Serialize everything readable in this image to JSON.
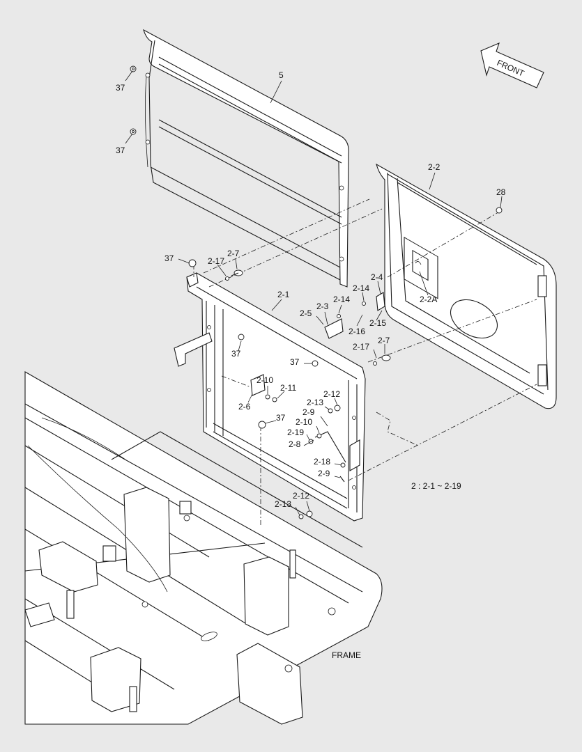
{
  "orientation": {
    "label": "FRONT"
  },
  "group_note": "2 : 2-1 ~ 2-19",
  "frame_label": "FRAME",
  "callouts": [
    {
      "id": "c-37a",
      "text": "37"
    },
    {
      "id": "c-37b",
      "text": "37"
    },
    {
      "id": "c-5",
      "text": "5"
    },
    {
      "id": "c-2-2",
      "text": "2-2"
    },
    {
      "id": "c-28",
      "text": "28"
    },
    {
      "id": "c-2-2A",
      "text": "2-2A"
    },
    {
      "id": "c-37c",
      "text": "37"
    },
    {
      "id": "c-2-7a",
      "text": "2-7"
    },
    {
      "id": "c-2-17a",
      "text": "2-17"
    },
    {
      "id": "c-2-1",
      "text": "2-1"
    },
    {
      "id": "c-2-4",
      "text": "2-4"
    },
    {
      "id": "c-2-14a",
      "text": "2-14"
    },
    {
      "id": "c-2-14b",
      "text": "2-14"
    },
    {
      "id": "c-2-3",
      "text": "2-3"
    },
    {
      "id": "c-2-5",
      "text": "2-5"
    },
    {
      "id": "c-2-15",
      "text": "2-15"
    },
    {
      "id": "c-2-16",
      "text": "2-16"
    },
    {
      "id": "c-37d",
      "text": "37"
    },
    {
      "id": "c-2-17b",
      "text": "2-17"
    },
    {
      "id": "c-2-7b",
      "text": "2-7"
    },
    {
      "id": "c-37e",
      "text": "37"
    },
    {
      "id": "c-2-10a",
      "text": "2-10"
    },
    {
      "id": "c-2-11",
      "text": "2-11"
    },
    {
      "id": "c-2-6",
      "text": "2-6"
    },
    {
      "id": "c-2-12a",
      "text": "2-12"
    },
    {
      "id": "c-2-13a",
      "text": "2-13"
    },
    {
      "id": "c-2-9a",
      "text": "2-9"
    },
    {
      "id": "c-37f",
      "text": "37"
    },
    {
      "id": "c-2-10b",
      "text": "2-10"
    },
    {
      "id": "c-2-19",
      "text": "2-19"
    },
    {
      "id": "c-2-8",
      "text": "2-8"
    },
    {
      "id": "c-2-18",
      "text": "2-18"
    },
    {
      "id": "c-2-9b",
      "text": "2-9"
    },
    {
      "id": "c-2-12b",
      "text": "2-12"
    },
    {
      "id": "c-2-13b",
      "text": "2-13"
    }
  ]
}
